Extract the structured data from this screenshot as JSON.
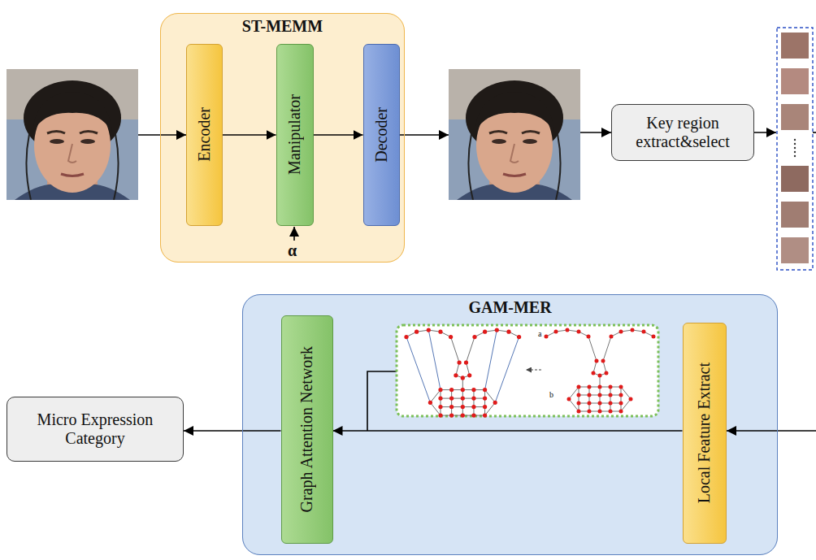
{
  "diagram": {
    "nodes": [
      {
        "text": [
          "ST-MEMM"
        ]
      },
      {
        "text": [
          "Encoder"
        ],
        "in": 0
      },
      {
        "text": [
          "Manipulator"
        ],
        "in": 0
      },
      {
        "text": [
          "Decoder"
        ],
        "in": 0
      },
      {
        "text": [
          "Key region extract&select"
        ]
      },
      {
        "text": [
          "GAM-MER"
        ]
      },
      {
        "text": [
          "Graph Attention Network"
        ],
        "in": 5
      },
      {
        "text": [
          "Local Feature Extract"
        ],
        "in": 5
      },
      {
        "text": [
          "Micro Expression Category"
        ]
      }
    ],
    "edges": [
      {
        "from": 1,
        "to": 2,
        "arrow": "to"
      },
      {
        "from": 2,
        "to": 3,
        "arrow": "to"
      },
      {
        "from": 7,
        "to": 6,
        "arrow": "to"
      },
      {
        "from": 6,
        "to": 8,
        "arrow": "to"
      }
    ],
    "labels": [
      "α",
      "a",
      "b"
    ]
  }
}
